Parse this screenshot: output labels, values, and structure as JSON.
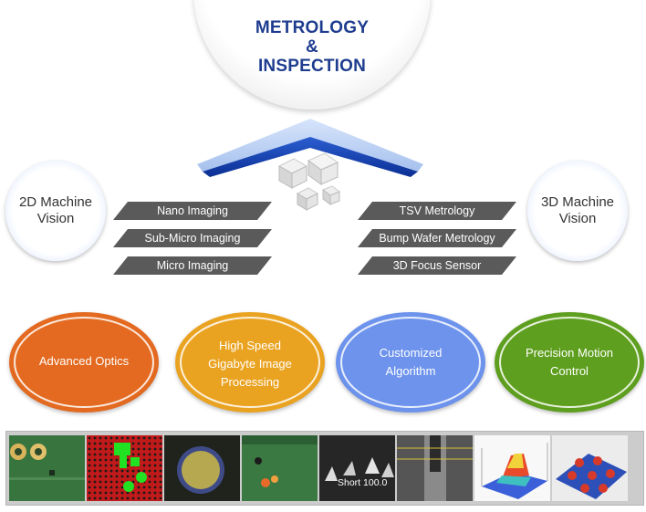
{
  "header": {
    "title_line1": "METROLOGY",
    "title_line2": "&",
    "title_line3": "INSPECTION"
  },
  "left_circle": {
    "line1": "2D Machine",
    "line2": "Vision"
  },
  "right_circle": {
    "line1": "3D Machine",
    "line2": "Vision"
  },
  "left_banners": [
    "Nano Imaging",
    "Sub-Micro Imaging",
    "Micro Imaging"
  ],
  "right_banners": [
    "TSV Metrology",
    "Bump Wafer Metrology",
    "3D Focus Sensor"
  ],
  "features": [
    {
      "lines": [
        "Advanced Optics"
      ],
      "color": "#e36a20"
    },
    {
      "lines": [
        "High Speed",
        "Gigabyte Image",
        "Processing"
      ],
      "color": "#eaa321"
    },
    {
      "lines": [
        "Customized",
        "Algorithm"
      ],
      "color": "#6d93ec"
    },
    {
      "lines": [
        "Precision Motion",
        "Control"
      ],
      "color": "#5f9f1f"
    }
  ],
  "image_strip": {
    "tile5_text": "Short 100.0"
  },
  "icons": [
    "cubes-icon",
    "roof-icon"
  ]
}
